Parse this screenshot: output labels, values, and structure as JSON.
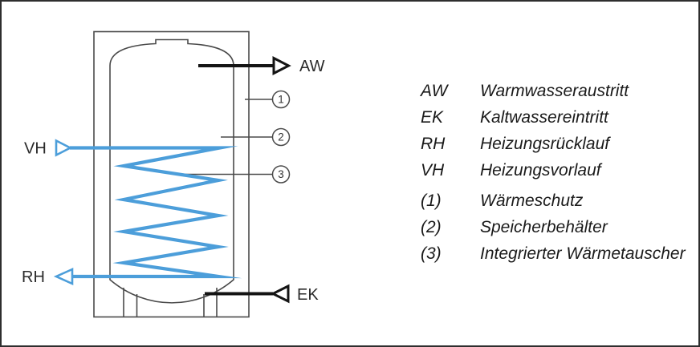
{
  "diagram": {
    "labels": {
      "vh": "VH",
      "rh": "RH",
      "aw": "AW",
      "ek": "EK"
    },
    "callouts": [
      {
        "number": "1"
      },
      {
        "number": "2"
      },
      {
        "number": "3"
      }
    ],
    "colors": {
      "pipe_blue": "#4C9EDA",
      "line_gray": "#4A4A4A",
      "arrow_black": "#141414"
    }
  },
  "legend": {
    "ports": [
      {
        "code": "AW",
        "term": "Warmwasseraustritt"
      },
      {
        "code": "EK",
        "term": "Kaltwassereintritt"
      },
      {
        "code": "RH",
        "term": "Heizungsrücklauf"
      },
      {
        "code": "VH",
        "term": "Heizungsvorlauf"
      }
    ],
    "callouts": [
      {
        "code": "(1)",
        "term": "Wärmeschutz"
      },
      {
        "code": "(2)",
        "term": "Speicherbehälter"
      },
      {
        "code": "(3)",
        "term": "Integrierter Wärmetauscher"
      }
    ]
  }
}
